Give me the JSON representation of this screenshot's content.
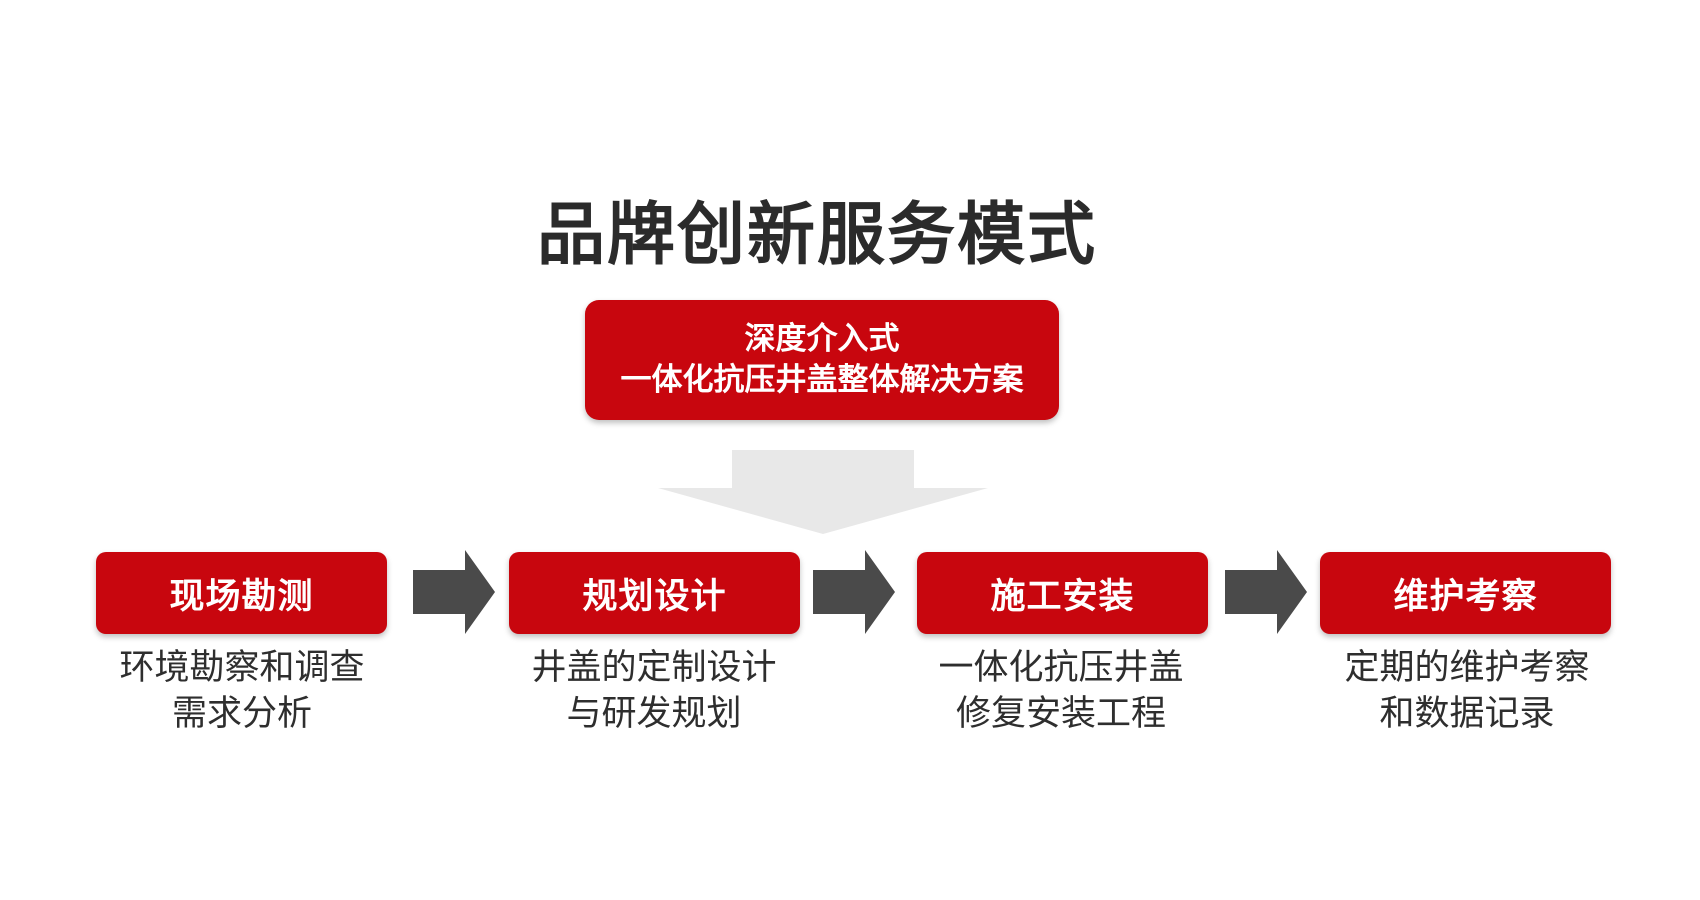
{
  "title": "品牌创新服务模式",
  "solution": {
    "line1": "深度介入式",
    "line2": "一体化抗压井盖整体解决方案"
  },
  "steps": [
    {
      "label": "现场勘测",
      "desc": [
        "环境勘察和调查",
        "需求分析"
      ]
    },
    {
      "label": "规划设计",
      "desc": [
        "井盖的定制设计",
        "与研发规划"
      ]
    },
    {
      "label": "施工安装",
      "desc": [
        "一体化抗压井盖",
        "修复安装工程"
      ]
    },
    {
      "label": "维护考察",
      "desc": [
        "定期的维护考察",
        "和数据记录"
      ]
    }
  ],
  "colors": {
    "accent_red": "#c8060e",
    "title_text": "#2b2b2b",
    "arrow_dark": "#4a4a4a",
    "arrow_light": "#e8e8e8"
  },
  "icons": {
    "down_arrow": "down-arrow-icon",
    "right_arrow": "right-arrow-icon"
  }
}
